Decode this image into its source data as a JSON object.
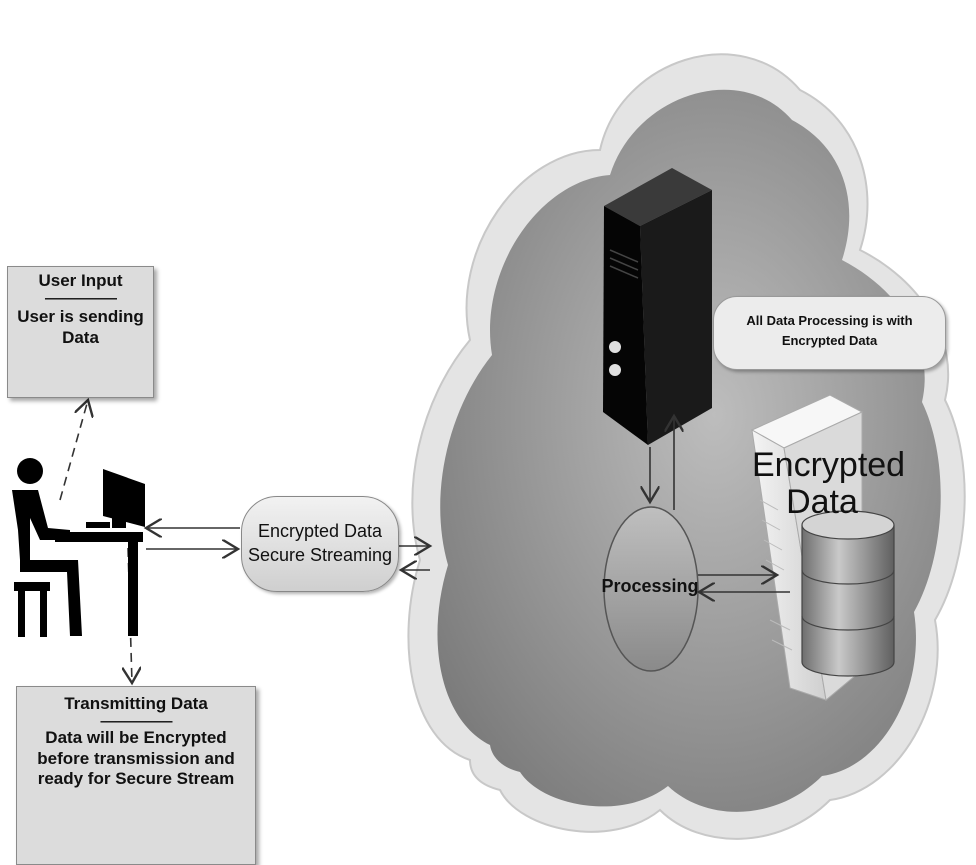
{
  "user_input_box": {
    "title": "User Input",
    "separator": "------------------------",
    "lines": [
      "User is sending",
      "Data"
    ]
  },
  "transmit_box": {
    "title": "Transmitting Data",
    "separator": "------------------------",
    "lines": [
      "Data will be Encrypted",
      "before transmission and",
      "ready for Secure Stream"
    ]
  },
  "stream_pill": {
    "lines": [
      "Encrypted Data",
      "Secure Streaming"
    ]
  },
  "processing_note": {
    "lines": [
      "All Data Processing is with",
      "Encrypted Data"
    ]
  },
  "processing_label": "Processing",
  "encrypted_store": {
    "lines": [
      "Encrypted",
      "Data"
    ]
  },
  "colors": {
    "cloud_outer": "#e3e3e3",
    "cloud_inner": "#9e9e9e",
    "server": "#0c0c0c",
    "figure": "#000000"
  }
}
